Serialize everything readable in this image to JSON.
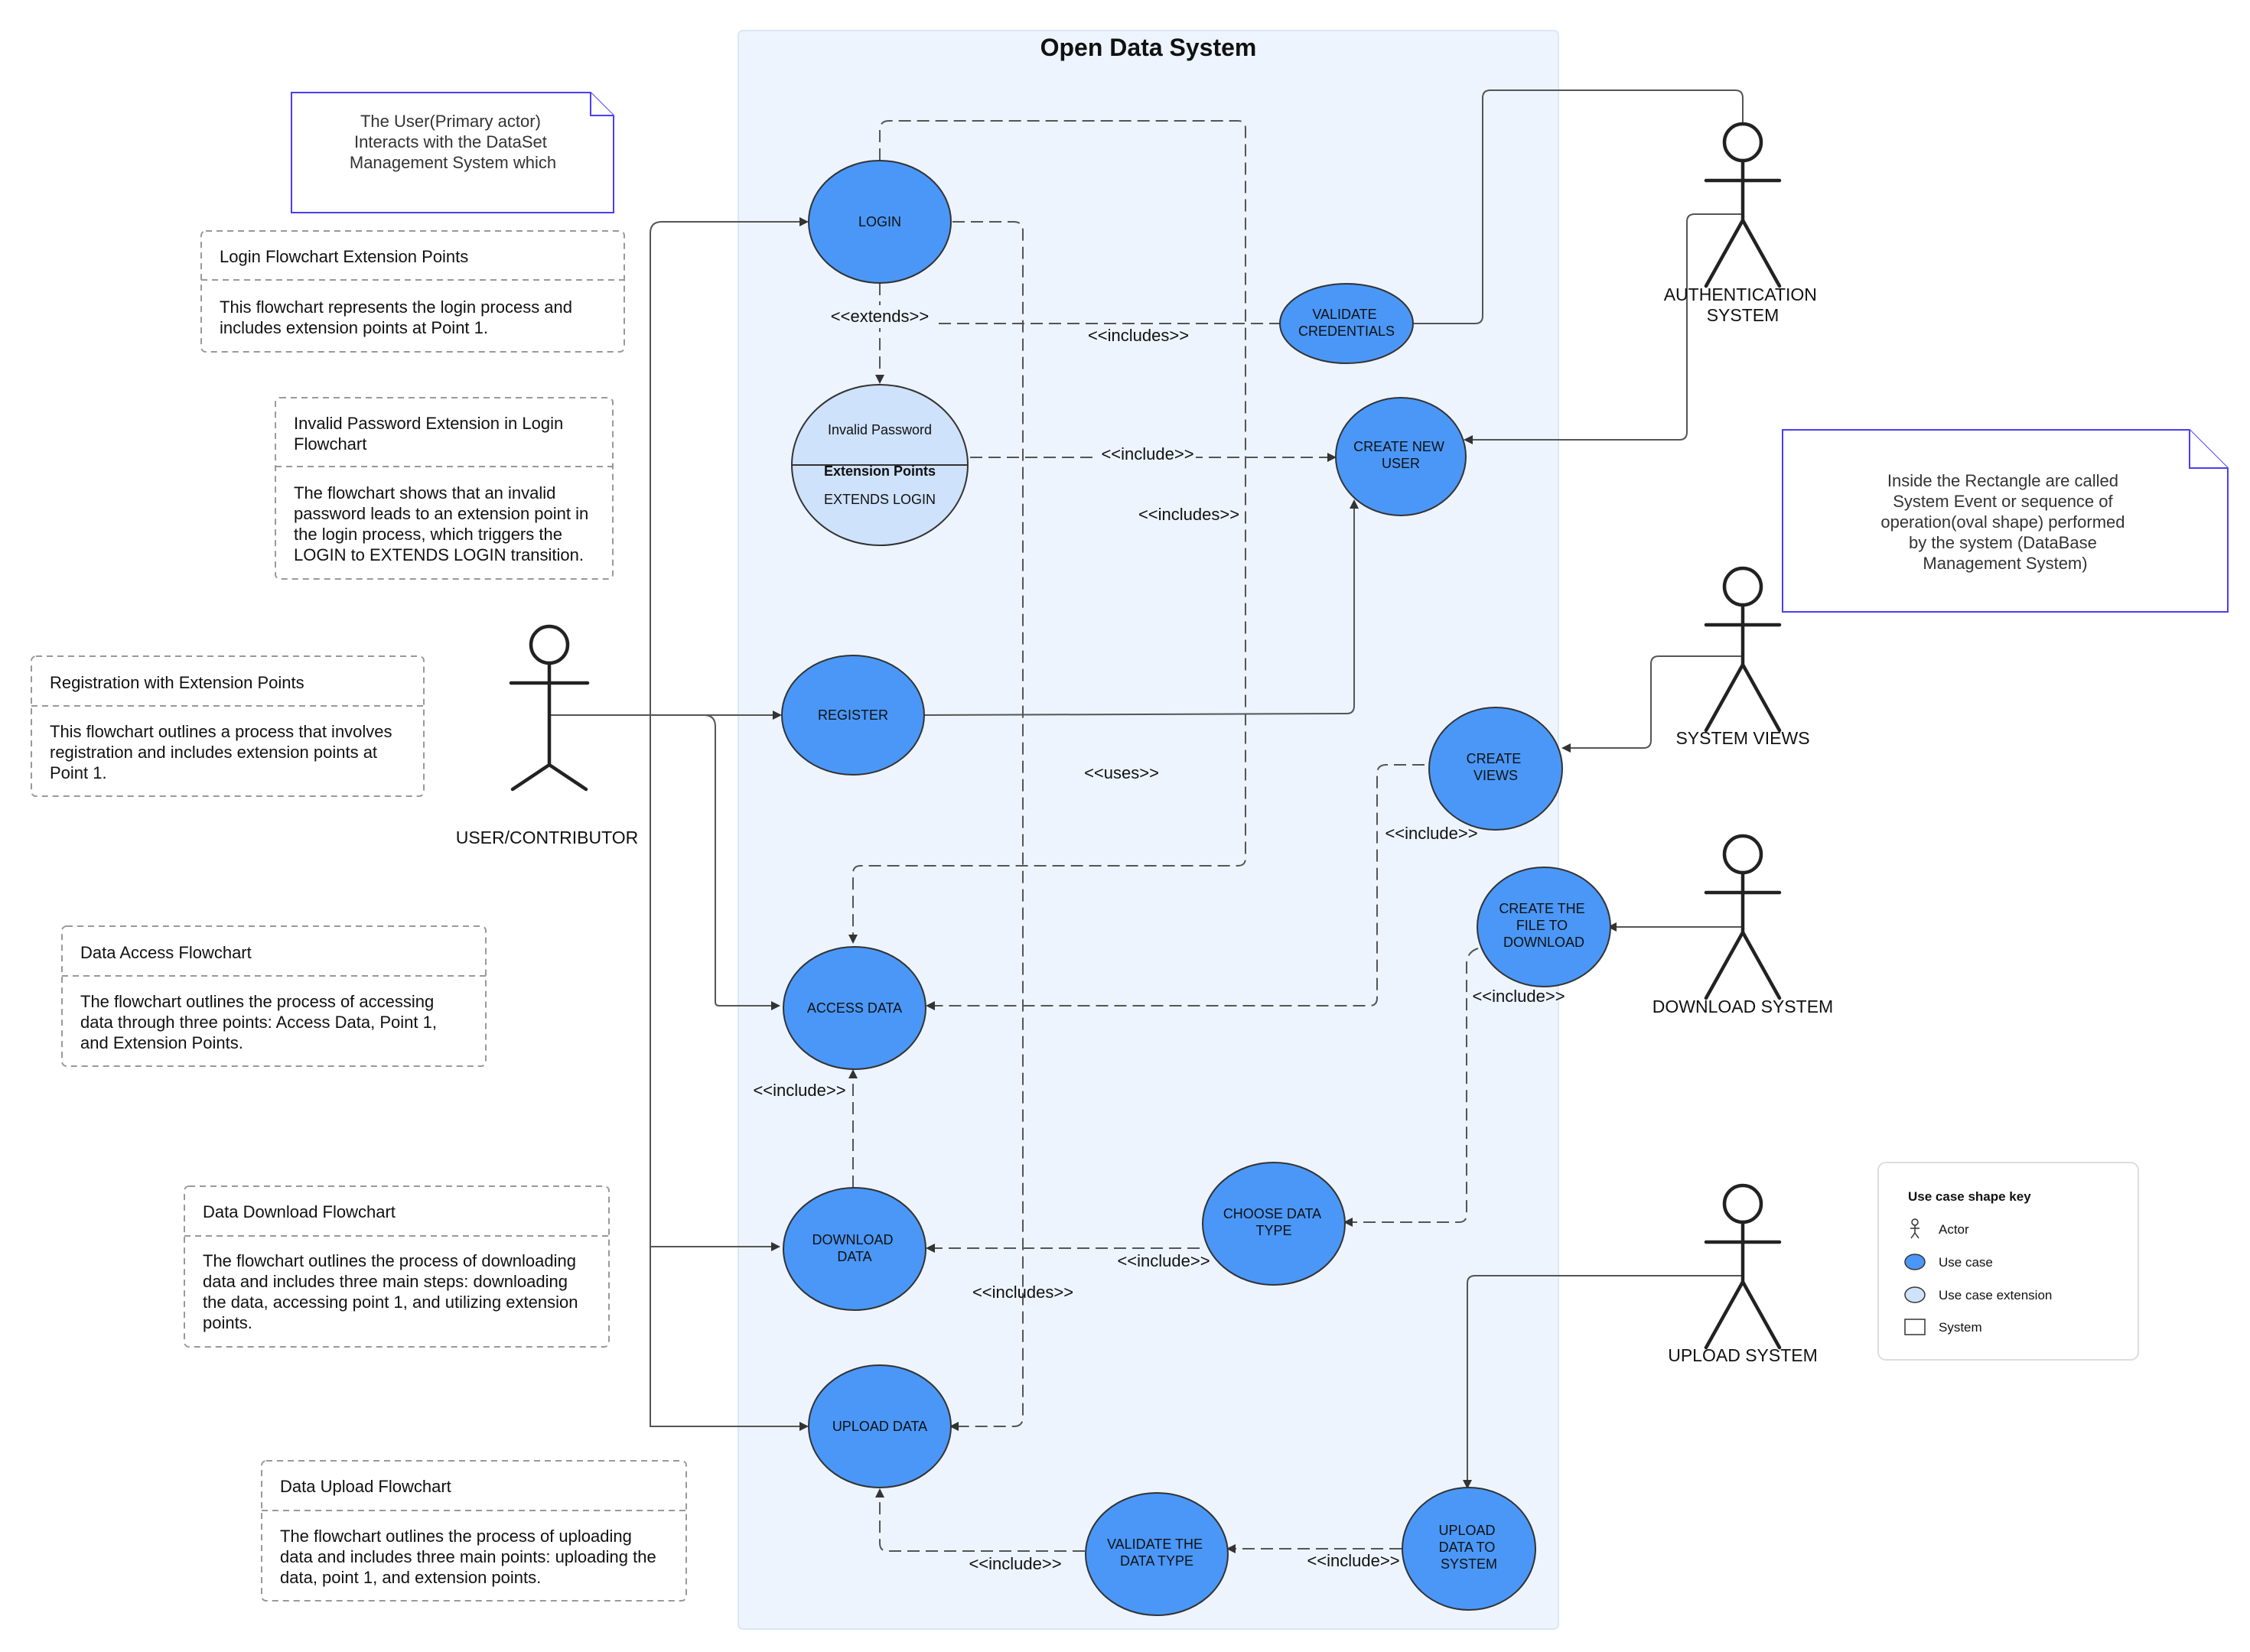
{
  "system_title": "Open Data System",
  "use_cases": {
    "login": "LOGIN",
    "validate_credentials": [
      "VALIDATE",
      "CREDENTIALS"
    ],
    "invalid_password": {
      "name": "Invalid Password",
      "section": "Extension Points",
      "point": "EXTENDS LOGIN"
    },
    "create_new_user": [
      "CREATE NEW",
      "USER"
    ],
    "register": "REGISTER",
    "create_views": [
      "CREATE",
      "VIEWS"
    ],
    "create_file_to_download": [
      "CREATE THE",
      "FILE TO",
      "DOWNLOAD"
    ],
    "access_data": "ACCESS DATA",
    "choose_data_type": [
      "CHOOSE DATA",
      "TYPE"
    ],
    "download_data": [
      "DOWNLOAD",
      "DATA"
    ],
    "upload_data": "UPLOAD DATA",
    "validate_data_type": [
      "VALIDATE THE",
      "DATA TYPE"
    ],
    "upload_data_to_system": [
      "UPLOAD",
      "DATA TO",
      "SYSTEM"
    ]
  },
  "relationship_labels": {
    "extends": "<<extends>>",
    "includes_validate": "<<includes>>",
    "include_create_user": "<<include>>",
    "includes_register": "<<includes>>",
    "uses": "<<uses>>",
    "include_views": "<<include>>",
    "include_file": "<<include>>",
    "include_access": "<<include>>",
    "include_choose": "<<include>>",
    "includes_upload": "<<includes>>",
    "include_validate_type": "<<include>>",
    "include_upload_system": "<<include>>"
  },
  "actors": {
    "user": "USER/CONTRIBUTOR",
    "auth": [
      "AUTHENTICATION",
      "SYSTEM"
    ],
    "views": "SYSTEM VIEWS",
    "download": "DOWNLOAD SYSTEM",
    "upload": "UPLOAD SYSTEM"
  },
  "notes": {
    "primary_actor": [
      "The User(Primary actor)",
      "Interacts with the DataSet",
      "Management System which"
    ],
    "rectangle": [
      "Inside the Rectangle are called",
      "System Event or sequence of",
      "operation(oval shape) performed",
      "by the system (DataBase",
      "Management System)"
    ]
  },
  "extension_boxes": {
    "login_flow": {
      "title": "Login Flowchart Extension Points",
      "body": [
        "This flowchart represents the login process and",
        "includes extension points at Point 1."
      ]
    },
    "invalid_password": {
      "title": [
        "Invalid Password Extension in Login",
        "Flowchart"
      ],
      "body": [
        "The flowchart shows that an invalid",
        "password leads to an extension point in",
        "the login process, which triggers the",
        "LOGIN to EXTENDS LOGIN transition."
      ]
    },
    "registration": {
      "title": "Registration with Extension Points",
      "body": [
        "This flowchart outlines a process that involves",
        "registration and includes extension points at",
        "Point 1."
      ]
    },
    "data_access": {
      "title": "Data Access Flowchart",
      "body": [
        "The flowchart outlines the process of accessing",
        "data through three points: Access Data, Point 1,",
        "and Extension Points."
      ]
    },
    "data_download": {
      "title": "Data Download Flowchart",
      "body": [
        "The flowchart outlines the process of downloading",
        "data and includes three main steps: downloading",
        "the data, accessing point 1, and utilizing extension",
        "points."
      ]
    },
    "data_upload": {
      "title": "Data Upload Flowchart",
      "body": [
        "The flowchart outlines the process of uploading",
        "data and includes three main points: uploading the",
        "data, point 1, and extension points."
      ]
    }
  },
  "legend": {
    "title": "Use case shape key",
    "items": [
      "Actor",
      "Use case",
      "Use case extension",
      "System"
    ]
  },
  "colors": {
    "use_case": "#4a97f7",
    "use_case_extension": "#cfe2fb",
    "system_boundary": "#edf4fd",
    "note_border": "#4a3ff0"
  }
}
